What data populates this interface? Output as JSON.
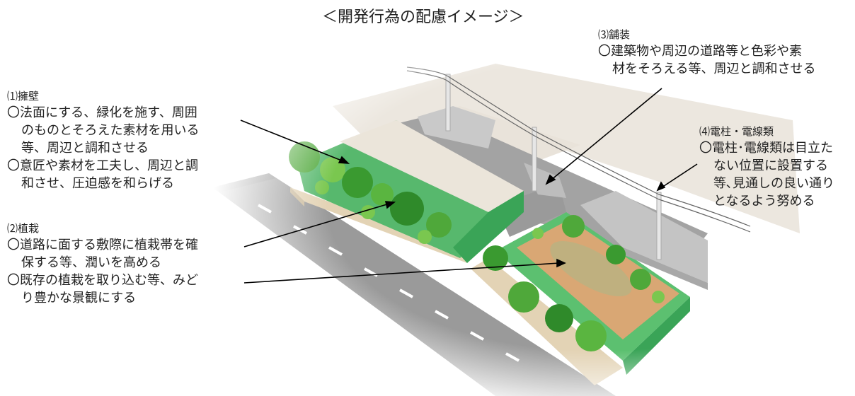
{
  "title": "＜開発行為の配慮イメージ＞",
  "annotations": {
    "retaining_wall": {
      "heading": "⑴擁壁",
      "lines": [
        "〇法面にする、緑化を施す、周囲",
        "のものとそろえた素材を用いる",
        "等、周辺と調和させる",
        "〇意匠や素材を工夫し、周辺と調",
        "和させ、圧迫感を和らげる"
      ]
    },
    "planting": {
      "heading": "⑵植栽",
      "lines": [
        "〇道路に面する敷際に植栽帯を確",
        "保する等、潤いを高める",
        "〇既存の植栽を取り込む等、みど",
        "り豊かな景観にする"
      ]
    },
    "paving": {
      "heading": "⑶舗装",
      "lines": [
        "〇建築物や周辺の道路等と色彩や素",
        "材をそろえる等、周辺と調和させる"
      ]
    },
    "utility_poles": {
      "heading": "⑷電柱・電線類",
      "lines": [
        "〇電柱･電線類は目立た",
        "ない位置に設置する",
        "等､見通しの良い通り",
        "となるよう努める"
      ]
    }
  },
  "colors": {
    "road": "#9a9a9a",
    "road_dark": "#7d7d7d",
    "lane_mark": "#ffffff",
    "sidewalk": "#e3d3b5",
    "curb": "#d2c2a3",
    "lot_pale": "#f0ebe3",
    "wall": "#c4c4c4",
    "grass": "#4db86a",
    "tree": "#3a9a30",
    "tree_light": "#7ac74f",
    "path": "#d9a774",
    "pole": "#e6e6e6",
    "arrow": "#000000"
  },
  "icons": {
    "tree": "tree-icon",
    "utility_pole": "utility-pole-icon"
  }
}
